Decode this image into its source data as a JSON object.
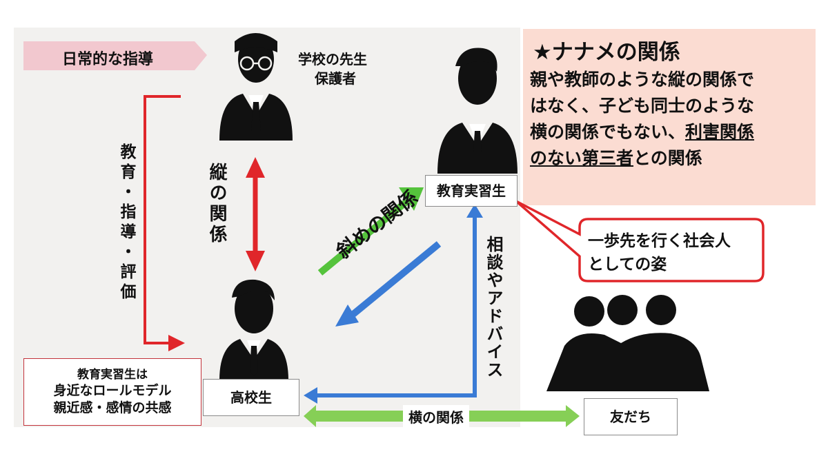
{
  "banner": {
    "label": "日常的な指導"
  },
  "nodes": {
    "teacher": {
      "line1": "学校の先生",
      "line2": "保護者"
    },
    "trainee": {
      "label": "教育実習生"
    },
    "student": {
      "label": "高校生"
    },
    "friends": {
      "label": "友だち"
    }
  },
  "edges": {
    "left_vertical": "教育・指導・評価",
    "vertical": "縦の関係",
    "diagonal": "斜めの関係",
    "consult": "相談やアドバイス",
    "horizontal": "横の関係"
  },
  "callout_left": {
    "line1": "教育実習生は",
    "line2": "身近なロールモデル",
    "line3": "親近感・感情の共感"
  },
  "speech_bubble": {
    "line1": "一歩先を行く社会人",
    "line2": "としての姿"
  },
  "note": {
    "title": "★ナナメの関係",
    "line1": "親や教師のような縦の関係で",
    "line2": "はなく、子ども同士のような",
    "line3a": "横の関係でもない、",
    "line3b": "利害関係",
    "line4a": "のない第三者",
    "line4b": "との関係"
  },
  "colors": {
    "red": "#e0262a",
    "green": "#55c33c",
    "blue": "#3a7bd5",
    "light_green": "#86cf56",
    "banner": "#f2c8cf",
    "note_bg": "#fbdcd2"
  }
}
